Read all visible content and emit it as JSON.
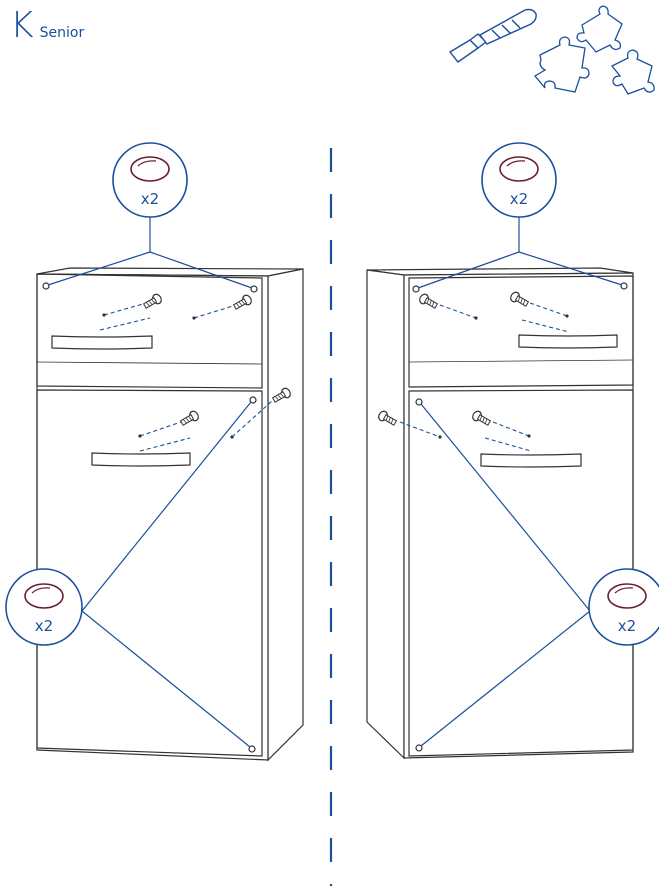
{
  "brand": {
    "letter": "K",
    "name": "Senior"
  },
  "icons": [
    "screwdriver-icon",
    "puzzle-icon"
  ],
  "callouts": [
    {
      "quantity": "x2",
      "part": "cover-cap"
    },
    {
      "quantity": "x2",
      "part": "cover-cap"
    },
    {
      "quantity": "x2",
      "part": "cover-cap"
    },
    {
      "quantity": "x2",
      "part": "cover-cap"
    }
  ],
  "colors": {
    "accent": "#1b4f9c",
    "line": "#333333",
    "cap": "#6b1f2e"
  }
}
